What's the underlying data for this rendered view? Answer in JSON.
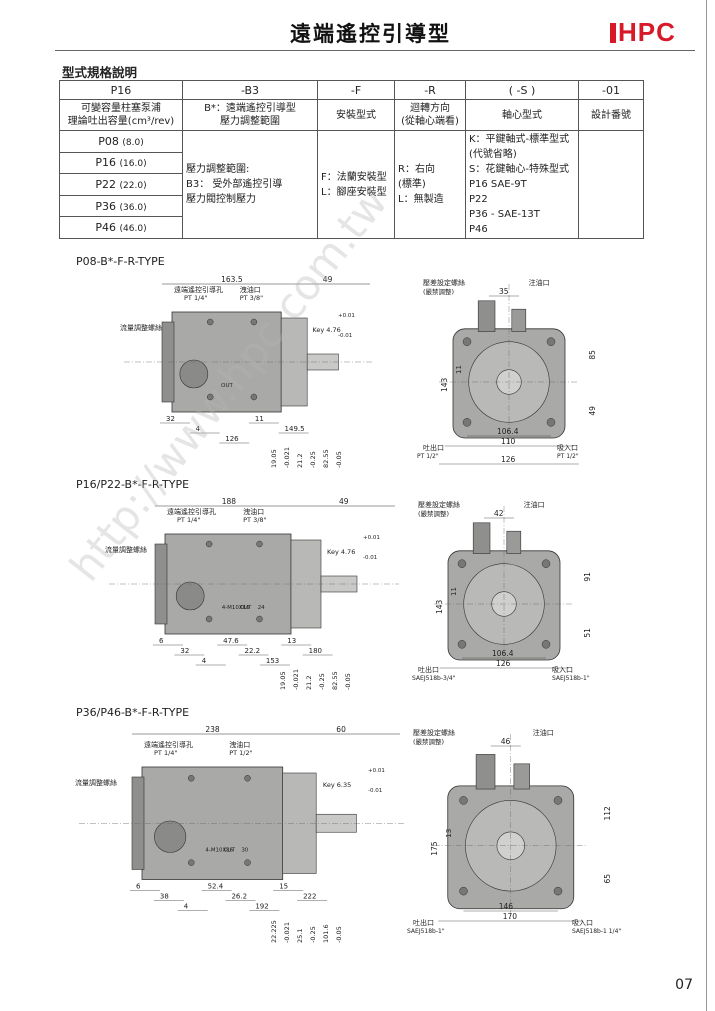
{
  "header": {
    "title": "遠端遙控引導型",
    "logo": "HPC"
  },
  "section_title": "型式規格說明",
  "spec_table": {
    "codes": [
      "P16",
      "-B3",
      "-F",
      "-R",
      "( -S )",
      "-01"
    ],
    "descriptions": [
      "可變容量柱塞泵浦\n理論吐出容量(cm³/rev)",
      "B*：遠端遙控引導型\n壓力調整範圍",
      "安裝型式",
      "迴轉方向\n(從軸心端看)",
      "軸心型式",
      "設計番號"
    ],
    "sizes": [
      {
        "model": "P08",
        "cc": "(8.0)"
      },
      {
        "model": "P16",
        "cc": "(16.0)"
      },
      {
        "model": "P22",
        "cc": "(22.0)"
      },
      {
        "model": "P36",
        "cc": "(36.0)"
      },
      {
        "model": "P46",
        "cc": "(46.0)"
      }
    ],
    "pressure_text": "壓力調整範圍:\nB3： 受外部遙控引導\n壓力閥控制壓力",
    "mount_text": "F：法蘭安裝型\nL：腳座安裝型",
    "rotation_text": "R：右向\n(標準)\nL：無製造",
    "shaft_text": "K：平鍵軸式-標準型式\n(代號省略)\nS：花鍵軸心-特殊型式\nP16 SAE-9T\nP22\nP36 - SAE-13T\nP46"
  },
  "diagrams": [
    {
      "heading": "P08-B*-F-R-TYPE",
      "side": {
        "labels": [
          "遠端遙控引導孔",
          "PT 1/4\"",
          "洩油口",
          "PT 3/8\"",
          "流量調整螺絲",
          "Key 4.76",
          "+0.01",
          "-0.01",
          "OUT"
        ],
        "dims": [
          "163.5",
          "49",
          "32",
          "4",
          "126",
          "11",
          "149.5",
          "19.05",
          "-0.021",
          "21.2",
          "-0.25",
          "82.55",
          "-0.05"
        ]
      },
      "front": {
        "labels": [
          "壓差設定螺絲",
          "(嚴禁調整)",
          "注油口",
          "吐出口",
          "PT 1/2\"",
          "吸入口",
          "PT 1/2\""
        ],
        "dims": [
          "35",
          "143",
          "11",
          "85",
          "49",
          "106.4",
          "110",
          "126"
        ]
      }
    },
    {
      "heading": "P16/P22-B*-F-R-TYPE",
      "side": {
        "labels": [
          "遠端遙控引導孔",
          "PT 1/4\"",
          "洩油口",
          "PT 3/8\"",
          "流量調整螺絲",
          "Key 4.76",
          "+0.01",
          "-0.01",
          "4-M10X16",
          "OUT",
          "24"
        ],
        "dims": [
          "188",
          "49",
          "6",
          "32",
          "4",
          "47.6",
          "22.2",
          "153",
          "13",
          "180",
          "19.05",
          "-0.021",
          "21.2",
          "-0.25",
          "82.55",
          "-0.05"
        ]
      },
      "front": {
        "labels": [
          "壓差設定螺絲",
          "(嚴禁調整)",
          "注油口",
          "吐出口",
          "SAEJ518b-3/4\"",
          "吸入口",
          "SAEJ518b-1\""
        ],
        "dims": [
          "42",
          "143",
          "11",
          "91",
          "51",
          "106.4",
          "126"
        ]
      }
    },
    {
      "heading": "P36/P46-B*-F-R-TYPE",
      "side": {
        "labels": [
          "遠端遙控引導孔",
          "PT 1/4\"",
          "洩油口",
          "PT 1/2\"",
          "流量調整螺絲",
          "Key 6.35",
          "+0.01",
          "-0.01",
          "4-M10X16",
          "OUT",
          "30"
        ],
        "dims": [
          "238",
          "60",
          "6",
          "38",
          "4",
          "52.4",
          "26.2",
          "192",
          "15",
          "222",
          "22.225",
          "-0.021",
          "25.1",
          "-0.25",
          "101.6",
          "-0.05"
        ]
      },
      "front": {
        "labels": [
          "壓差設定螺絲",
          "(嚴禁調整)",
          "注油口",
          "吐出口",
          "SAEJ518b-1\"",
          "吸入口",
          "SAEJ518b-1 1/4\""
        ],
        "dims": [
          "46",
          "175",
          "13",
          "112",
          "65",
          "146",
          "170"
        ]
      }
    }
  ],
  "watermark": "http://www.hpc.com.tw",
  "page_number": "07"
}
